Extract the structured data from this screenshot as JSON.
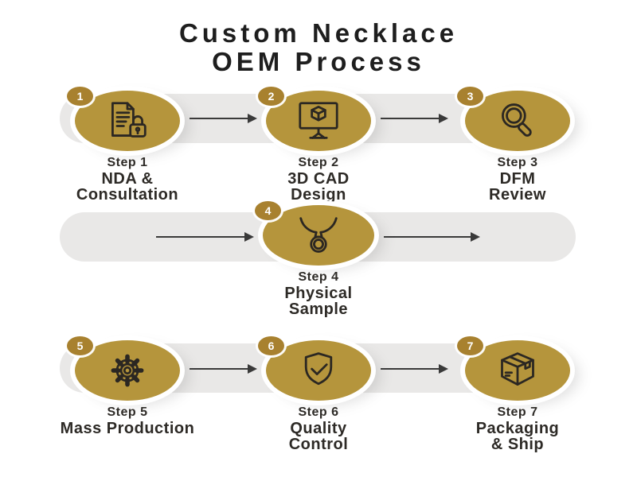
{
  "title": {
    "line1": "Custom Necklace",
    "line2": "OEM Process"
  },
  "steps": [
    {
      "number": "1",
      "step_label": "Step 1",
      "desc_lines": [
        "NDA &",
        "Consultation"
      ],
      "icon": "document-lock-icon"
    },
    {
      "number": "2",
      "step_label": "Step 2",
      "desc_lines": [
        "3D CAD",
        "Design"
      ],
      "icon": "monitor-3d-cube-icon"
    },
    {
      "number": "3",
      "step_label": "Step 3",
      "desc_lines": [
        "DFM",
        "Review"
      ],
      "icon": "magnifier-icon"
    },
    {
      "number": "4",
      "step_label": "Step 4",
      "desc_lines": [
        "Physical",
        "Sample"
      ],
      "icon": "necklace-pendant-icon"
    },
    {
      "number": "5",
      "step_label": "Step 5",
      "desc_lines": [
        "Mass Production"
      ],
      "icon": "gear-icon"
    },
    {
      "number": "6",
      "step_label": "Step 6",
      "desc_lines": [
        "Quality",
        "Control"
      ],
      "icon": "shield-check-icon"
    },
    {
      "number": "7",
      "step_label": "Step 7",
      "desc_lines": [
        "Packaging",
        "& Ship"
      ],
      "icon": "package-box-icon"
    }
  ],
  "colors": {
    "circle": "#B5953C",
    "badge": "#A8812F",
    "pill": "#E9E8E7",
    "icon_stroke": "#2B2722",
    "arrow": "#3A3A3A",
    "text": "#2D2A26",
    "background": "#FFFFFF"
  }
}
